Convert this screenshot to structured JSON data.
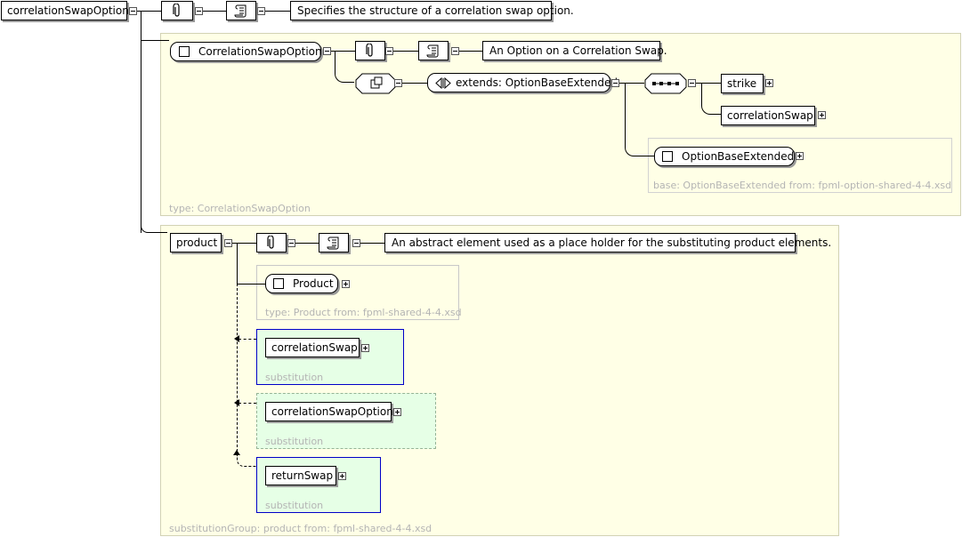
{
  "root": {
    "label": "correlationSwapOption",
    "doc": "Specifies the structure of a correlation swap option."
  },
  "type_panel": {
    "node_label": "CorrelationSwapOption",
    "doc": "An Option on a Correlation Swap.",
    "extends_label": "extends: OptionBaseExtended",
    "children": [
      "strike",
      "correlationSwap"
    ],
    "base_node_label": "OptionBaseExtended",
    "base_caption": "base: OptionBaseExtended from: fpml-option-shared-4-4.xsd",
    "caption": "type: CorrelationSwapOption"
  },
  "product_panel": {
    "label": "product",
    "doc": "An abstract element used as a place holder for the substituting product elements.",
    "type_node_label": "Product",
    "type_caption": "type: Product from: fpml-shared-4-4.xsd",
    "substitutions": [
      {
        "label": "correlationSwap",
        "caption": "substitution"
      },
      {
        "label": "correlationSwapOption",
        "caption": "substitution"
      },
      {
        "label": "returnSwap",
        "caption": "substitution"
      }
    ],
    "caption": "substitutionGroup: product from: fpml-shared-4-4.xsd"
  },
  "icons": [
    "paperclip-icon",
    "scroll-icon",
    "sequence-icon",
    "choice-icon",
    "extends-icon",
    "expand-icon",
    "collapse-icon"
  ]
}
